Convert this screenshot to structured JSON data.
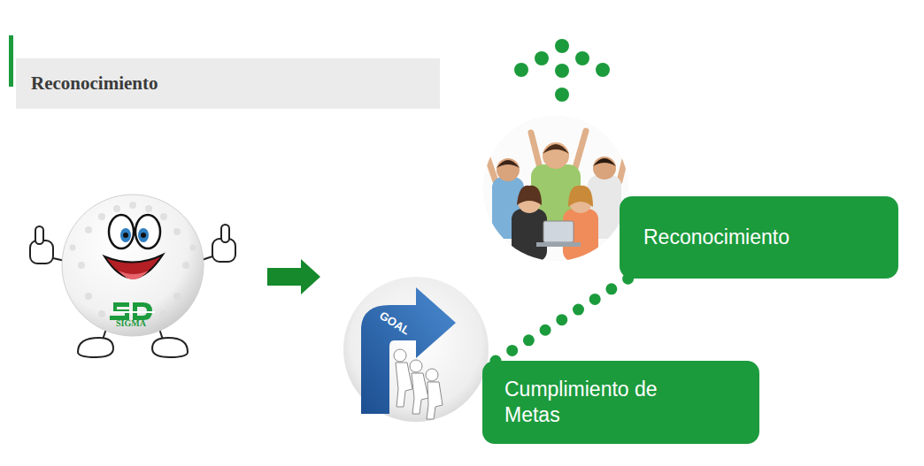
{
  "diagram": {
    "title": "Reconocimiento",
    "nodes": [
      {
        "text": [
          "Reconocimiento"
        ]
      },
      {
        "text": [
          "Cumplimiento de Metas"
        ]
      }
    ],
    "edges": [
      {
        "from": 1,
        "to": 0,
        "arrow": "none"
      }
    ],
    "labels": [
      "SIGMA",
      "GOAL"
    ]
  }
}
